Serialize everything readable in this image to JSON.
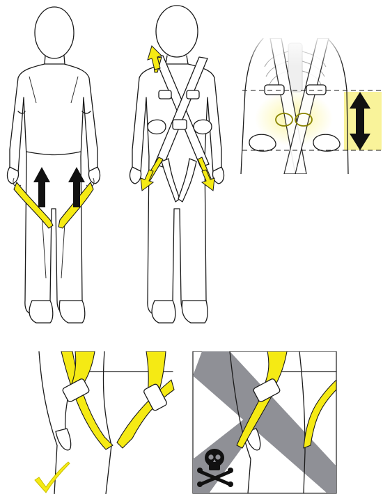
{
  "colors": {
    "strap": "#f5ea14",
    "strap_edge": "#c9bf00",
    "arrow": "#111111",
    "highlight": "#f9f39a",
    "warning_band": "#8f9096",
    "line": "#1a1a1a"
  },
  "panels": [
    {
      "id": "front-view",
      "icon": "leg-strap-up-arrows"
    },
    {
      "id": "back-view",
      "icon": "shoulder-strap-adjust-arrows"
    },
    {
      "id": "hip-detail",
      "icon": "vertical-double-arrow"
    },
    {
      "id": "correct-fit",
      "icon": "checkmark-icon"
    },
    {
      "id": "incorrect-fit",
      "icon": "skull-crossbones-icon"
    }
  ]
}
